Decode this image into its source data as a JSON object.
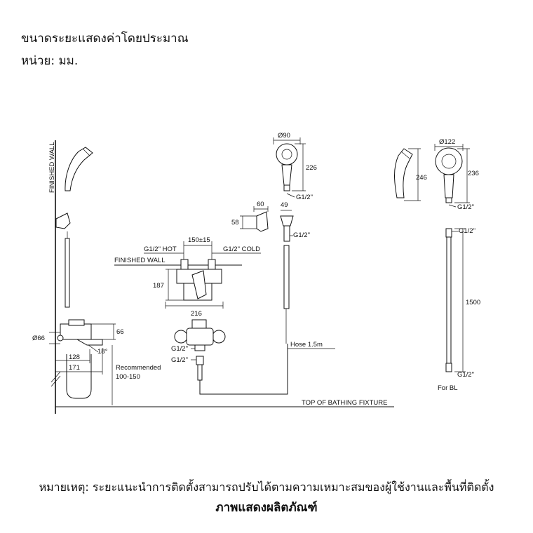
{
  "header": {
    "line1": "ขนาดระยะแสดงค่าโดยประมาณ",
    "line2": "หน่วย: มม."
  },
  "labels": {
    "finished_wall_vertical": "FINISHED WALL",
    "finished_wall": "FINISHED WALL",
    "hot": "G1/2\" HOT",
    "cold": "G1/2\" COLD",
    "spacing": "150±15",
    "height_187": "187",
    "width_216": "216",
    "dim_60": "60",
    "dim_58": "58",
    "dim_49": "49",
    "g12_holder": "G1/2\"",
    "dia_90": "Ø90",
    "dim_226": "226",
    "g12_hs1": "G1/2\"",
    "dia_122": "Ø122",
    "dim_246": "246",
    "dim_236": "236",
    "g12_hs2": "G1/2\"",
    "g12_hose_top": "G1/2\"",
    "dim_1500": "1500",
    "g12_hose_bottom": "G1/2\"",
    "for_bl": "For BL",
    "dia_66": "Ø66",
    "dim_66": "66",
    "angle_18": "18°",
    "dim_128": "128",
    "dim_171": "171",
    "recommended": "Recommended",
    "recommended_range": "100-150",
    "g12_a": "G1/2\"",
    "g12_b": "G1/2\"",
    "hose": "Hose 1.5m",
    "top_fixture": "TOP OF BATHING FIXTURE"
  },
  "footer": {
    "note": "หมายเหตุ: ระยะแนะนำการติดตั้งสามารถปรับได้ตามความเหมาะสมของผู้ใช้งานและพื้นที่ติดตั้ง",
    "caption": "ภาพแสดงผลิตภัณฑ์"
  }
}
